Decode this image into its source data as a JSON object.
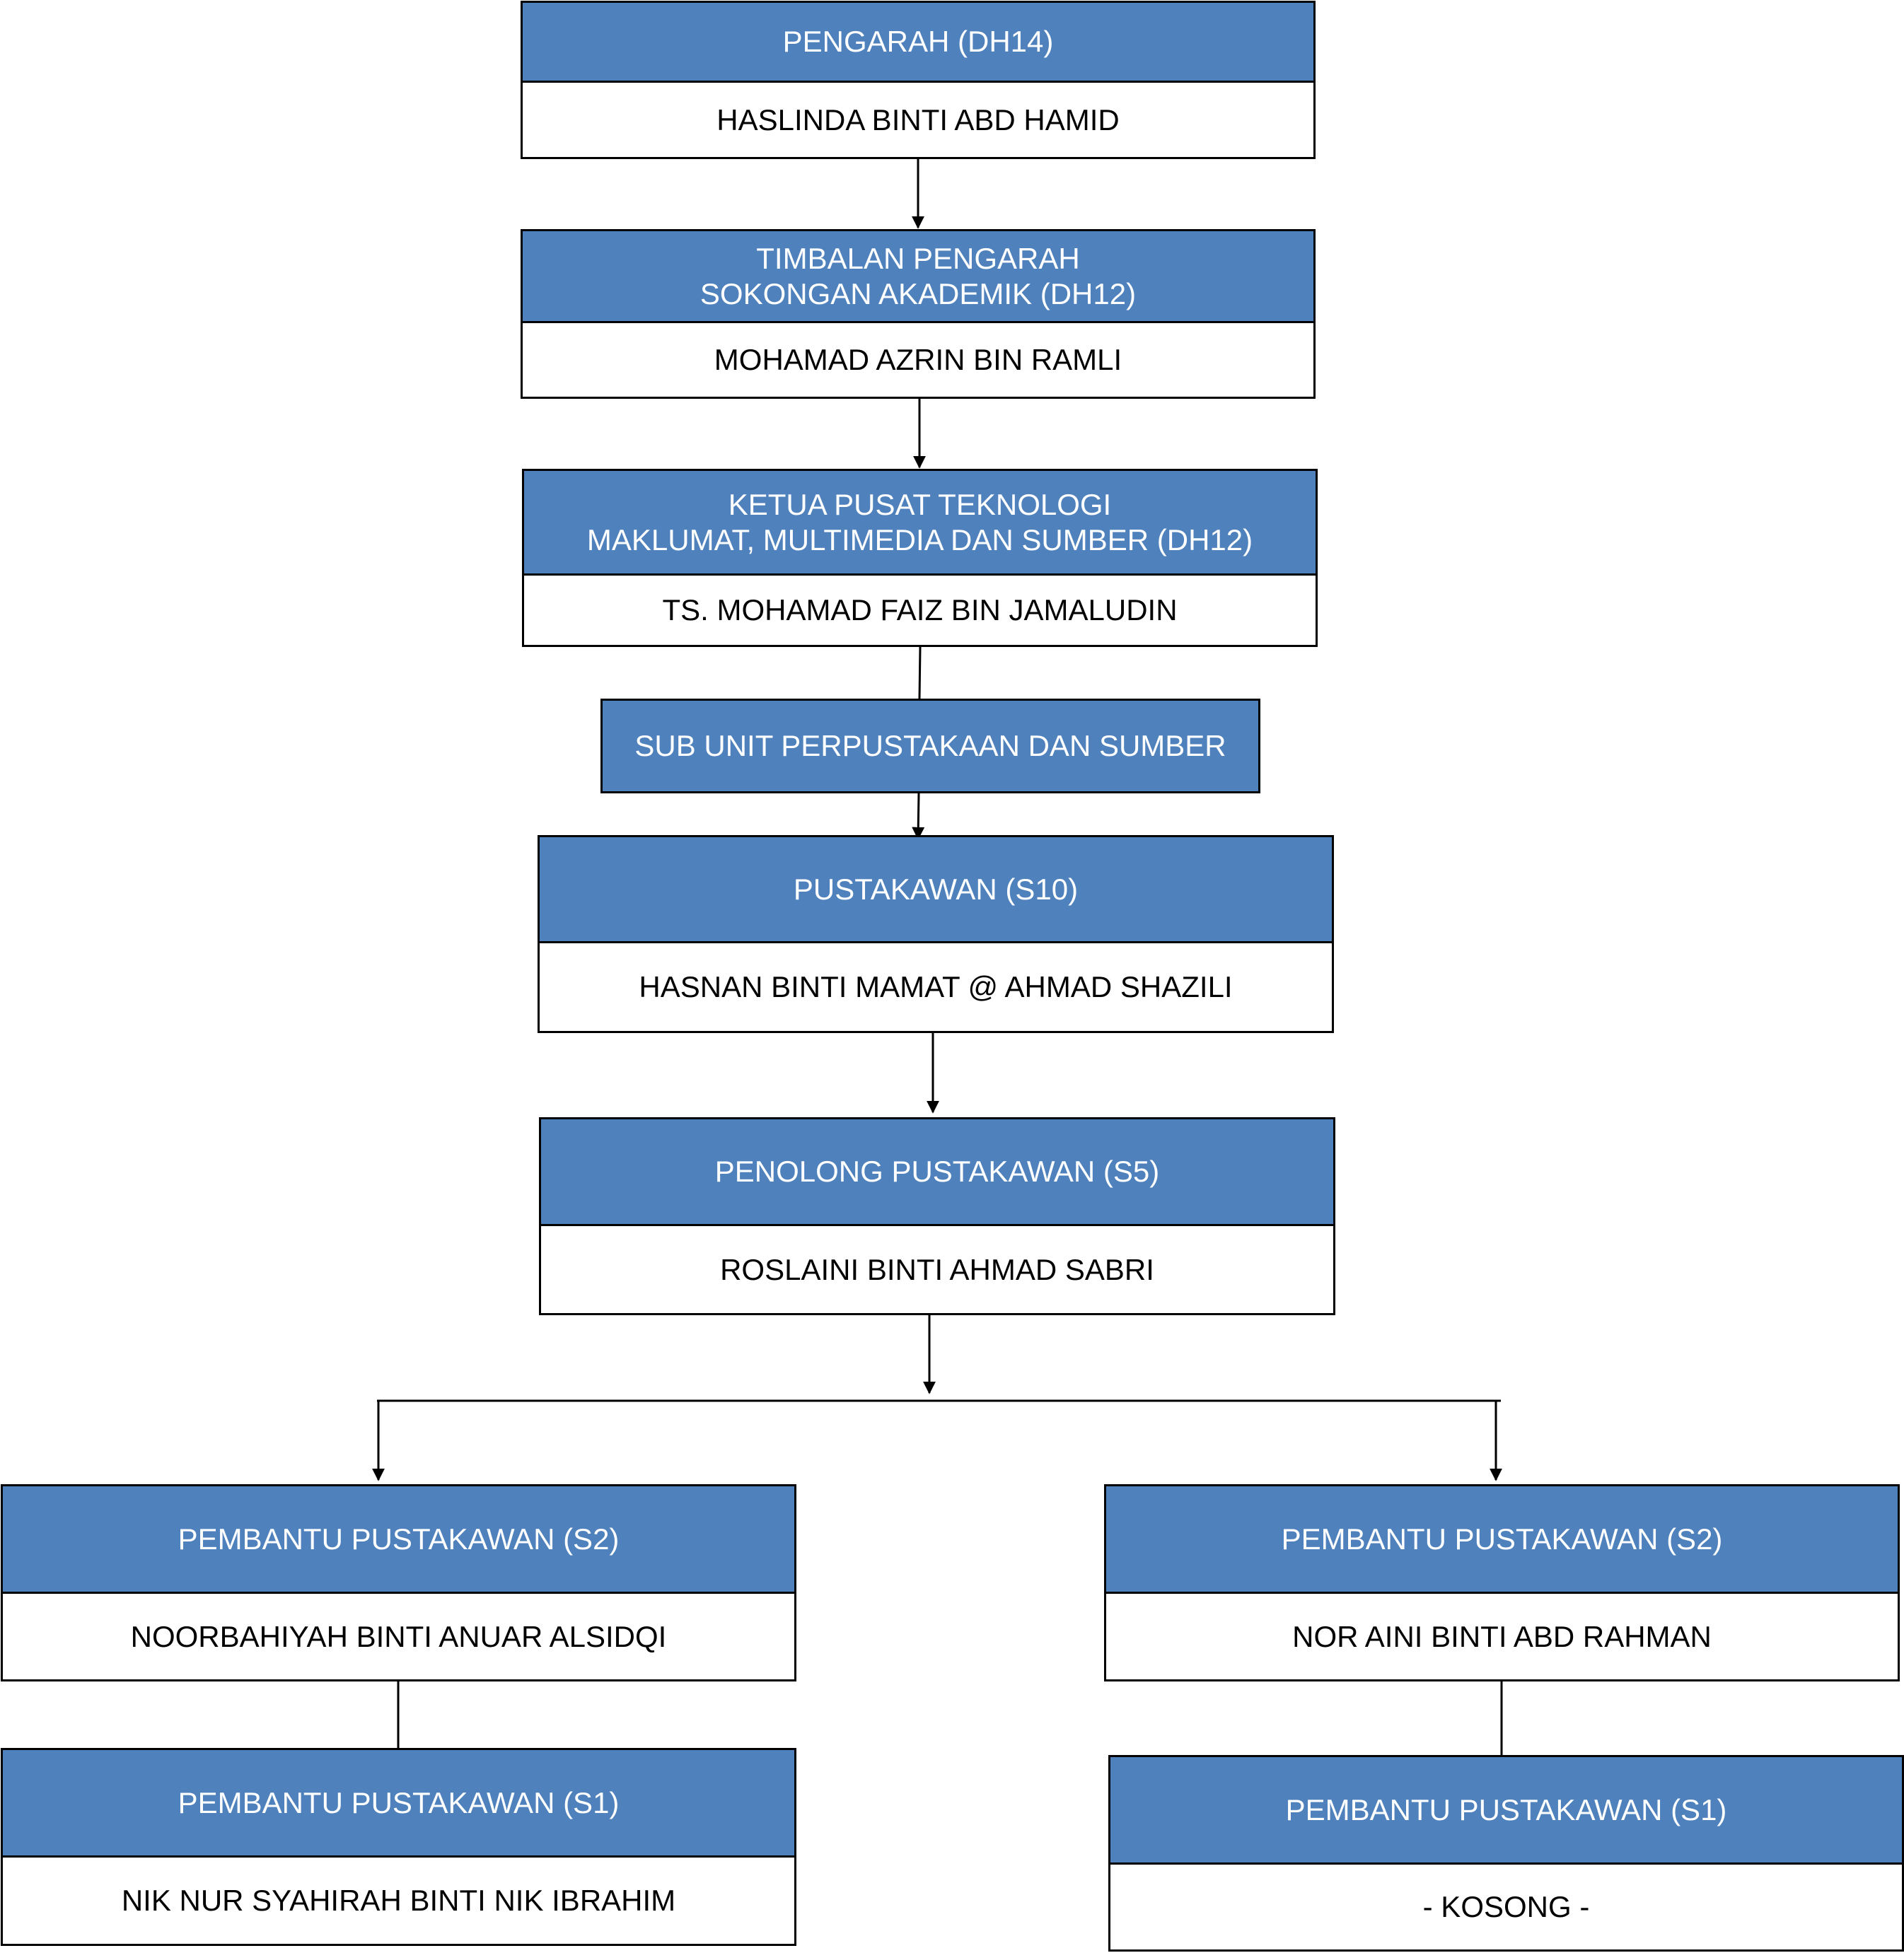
{
  "colors": {
    "header": "#4f81bd",
    "line": "#000000"
  },
  "nodes": {
    "pengarah": {
      "title": [
        "PENGARAH (DH14)"
      ],
      "name": "HASLINDA BINTI ABD HAMID"
    },
    "timbalan": {
      "title": [
        "TIMBALAN PENGARAH",
        "SOKONGAN AKADEMIK (DH12)"
      ],
      "name": "MOHAMAD AZRIN BIN RAMLI"
    },
    "ketua": {
      "title": [
        "KETUA PUSAT TEKNOLOGI",
        "MAKLUMAT, MULTIMEDIA DAN SUMBER (DH12)"
      ],
      "name": "TS. MOHAMAD FAIZ BIN JAMALUDIN"
    },
    "subunit": {
      "title": [
        "SUB UNIT PERPUSTAKAAN DAN SUMBER"
      ]
    },
    "pustakawan": {
      "title": [
        "PUSTAKAWAN (S10)"
      ],
      "name": "HASNAN BINTI MAMAT @ AHMAD SHAZILI"
    },
    "penolong": {
      "title": [
        "PENOLONG PUSTAKAWAN (S5)"
      ],
      "name": "ROSLAINI BINTI AHMAD SABRI"
    },
    "pembantu_s2_left": {
      "title": [
        "PEMBANTU PUSTAKAWAN (S2)"
      ],
      "name": "NOORBAHIYAH BINTI ANUAR ALSIDQI"
    },
    "pembantu_s2_right": {
      "title": [
        "PEMBANTU PUSTAKAWAN (S2)"
      ],
      "name": "NOR AINI BINTI ABD RAHMAN"
    },
    "pembantu_s1_left": {
      "title": [
        "PEMBANTU PUSTAKAWAN (S1)"
      ],
      "name": "NIK NUR SYAHIRAH BINTI NIK IBRAHIM"
    },
    "pembantu_s1_right": {
      "title": [
        "PEMBANTU PUSTAKAWAN (S1)"
      ],
      "name": "- KOSONG -"
    }
  }
}
